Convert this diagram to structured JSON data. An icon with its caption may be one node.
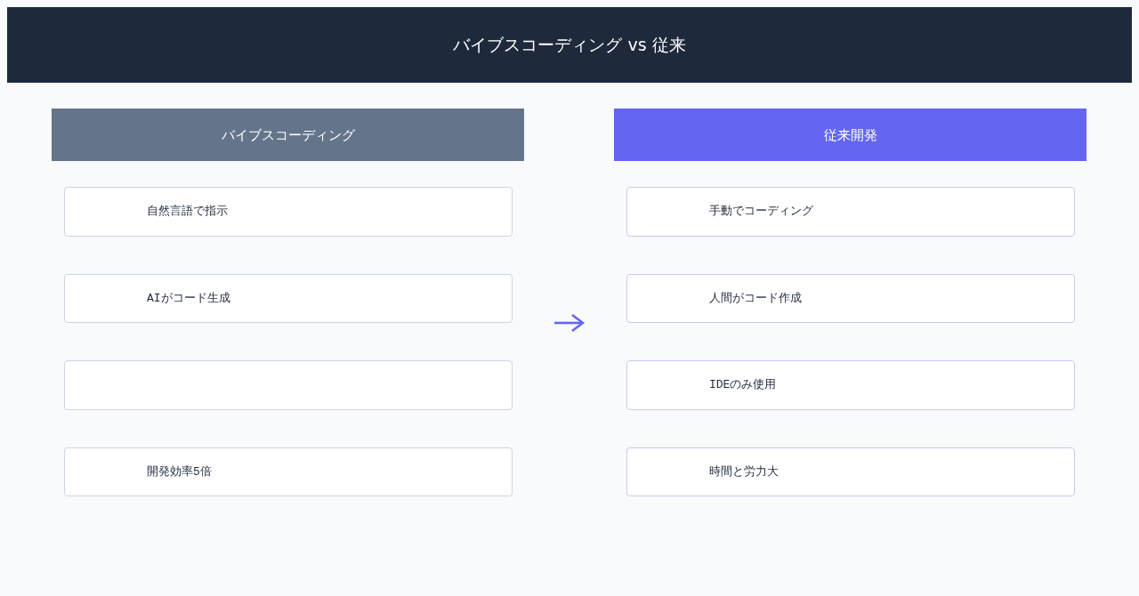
{
  "diagram": {
    "title": "バイブスコーディング vs 従来",
    "nodes": [
      {
        "text": [
          "バイブスコーディング"
        ]
      },
      {
        "text": [
          "自然言語で指示"
        ]
      },
      {
        "text": [
          "AIがコード生成"
        ]
      },
      {
        "text": [],
        "shape": "box"
      },
      {
        "text": [
          "開発効率5倍"
        ]
      },
      {
        "text": [
          "従来開発"
        ]
      },
      {
        "text": [
          "手動でコーディング"
        ]
      },
      {
        "text": [
          "人間がコード作成"
        ]
      },
      {
        "text": [
          "IDEのみ使用"
        ]
      },
      {
        "text": [
          "時間と労力大"
        ]
      }
    ]
  }
}
